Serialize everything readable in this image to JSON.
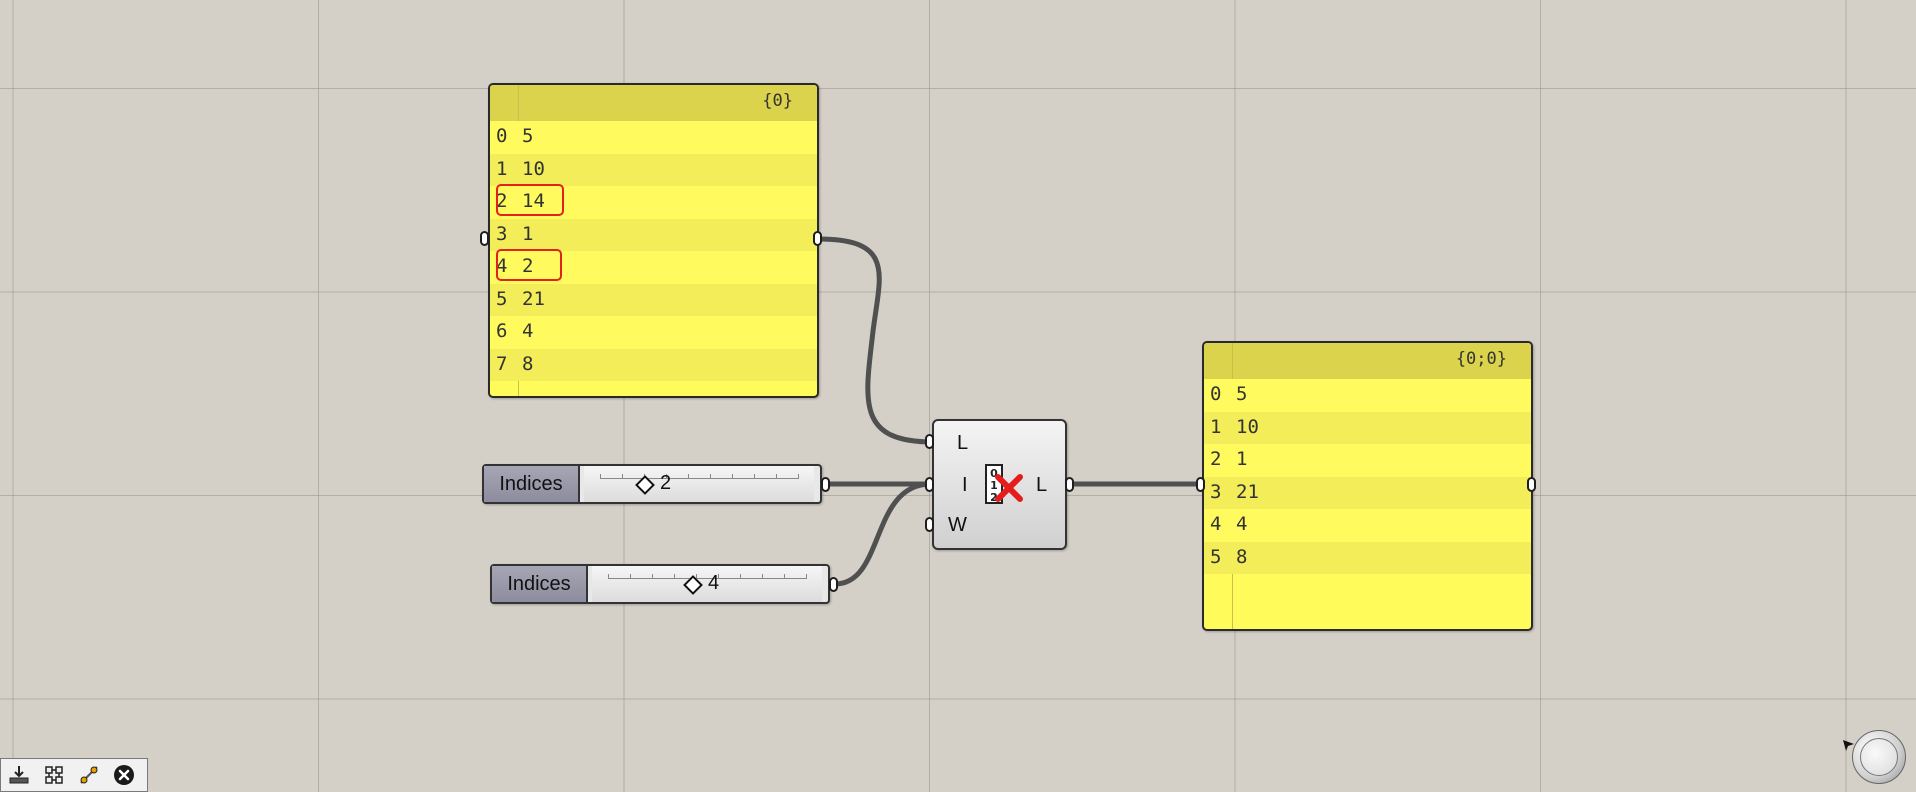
{
  "panel_input": {
    "header": "{0}",
    "rows": [
      {
        "index": "0",
        "value": "5"
      },
      {
        "index": "1",
        "value": "10"
      },
      {
        "index": "2",
        "value": "14"
      },
      {
        "index": "3",
        "value": "1"
      },
      {
        "index": "4",
        "value": "2"
      },
      {
        "index": "5",
        "value": "21"
      },
      {
        "index": "6",
        "value": "4"
      },
      {
        "index": "7",
        "value": "8"
      }
    ],
    "highlighted_indices": [
      "2",
      "4"
    ]
  },
  "panel_output": {
    "header": "{0;0}",
    "rows": [
      {
        "index": "0",
        "value": "5"
      },
      {
        "index": "1",
        "value": "10"
      },
      {
        "index": "2",
        "value": "1"
      },
      {
        "index": "3",
        "value": "21"
      },
      {
        "index": "4",
        "value": "4"
      },
      {
        "index": "5",
        "value": "8"
      }
    ]
  },
  "slider_top": {
    "label": "Indices",
    "value": "2"
  },
  "slider_bottom": {
    "label": "Indices",
    "value": "4"
  },
  "component": {
    "inputs": [
      "L",
      "I",
      "W"
    ],
    "outputs": [
      "L"
    ],
    "icon": "cull-index-icon"
  },
  "toolbar": {
    "icons": [
      "bake-icon",
      "cluster-icon",
      "preview-wire-icon",
      "disable-icon"
    ]
  },
  "navigation": {
    "icon": "navigation-compass-icon"
  },
  "colors": {
    "canvas": "#d4d0c8",
    "panel_fill": "#fffb5a",
    "panel_header": "#dbd34c",
    "highlight": "#e0231f",
    "wire": "#505050"
  }
}
